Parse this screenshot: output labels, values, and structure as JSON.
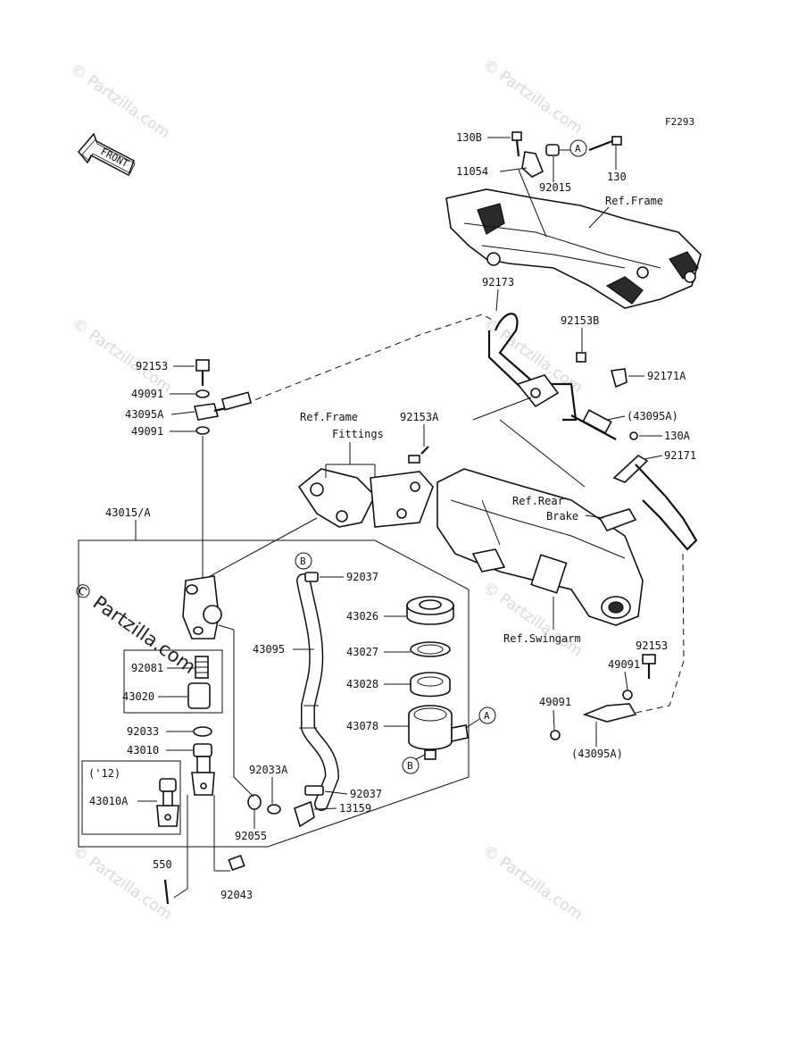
{
  "figure_code": "F2293",
  "watermark": {
    "text": "© Partzilla.com",
    "prominent_text": "© Partzilla.com"
  },
  "front_arrow_label": "FRONT",
  "references": {
    "ref_frame_top": "Ref.Frame",
    "ref_frame_fittings_line1": "Ref.Frame",
    "ref_frame_fittings_line2": "Fittings",
    "ref_rear_brake_line1": "Ref.Rear",
    "ref_rear_brake_line2": "Brake",
    "ref_swingarm": "Ref.Swingarm"
  },
  "callouts": {
    "c130B": "130B",
    "c11054": "11054",
    "c92015": "92015",
    "c130": "130",
    "circle_a_top": "A",
    "c92173": "92173",
    "c92153B": "92153B",
    "c92171A": "92171A",
    "c43095A_paren_top": "(43095A)",
    "c130A": "130A",
    "c92171": "92171",
    "c92153_left": "92153",
    "c49091_left_top": "49091",
    "c43095A_left": "43095A",
    "c49091_left_bottom": "49091",
    "c92153A": "92153A",
    "c43015A": "43015/A",
    "circle_b_top": "B",
    "c92037_top": "92037",
    "c43026": "43026",
    "c43027": "43027",
    "c43095": "43095",
    "c43028": "43028",
    "c92081": "92081",
    "c43020": "43020",
    "c43078": "43078",
    "circle_a_reservoir": "A",
    "circle_b_reservoir": "B",
    "c92033": "92033",
    "c43010": "43010",
    "year_12": "('12)",
    "c43010A": "43010A",
    "c92033A": "92033A",
    "c92037_bottom": "92037",
    "c13159": "13159",
    "c92055": "92055",
    "c550": "550",
    "c92043": "92043",
    "c92153_right": "92153",
    "c49091_right_top": "49091",
    "c49091_right_bottom": "49091",
    "c43095A_paren_bottom": "(43095A)"
  }
}
